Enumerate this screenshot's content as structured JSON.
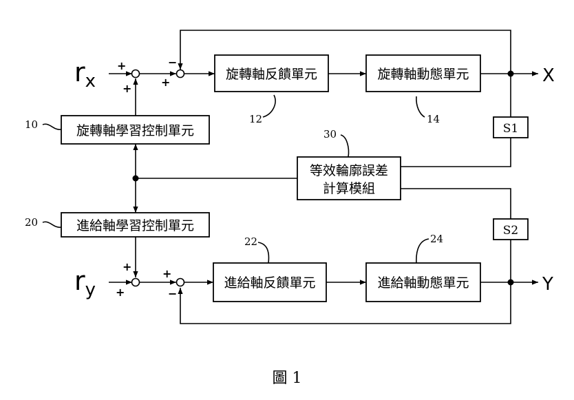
{
  "blocks": {
    "rot_feedback": "旋轉軸反饋單元",
    "rot_dynamics": "旋轉軸動態單元",
    "rot_learning": "旋轉軸學習控制單元",
    "feed_learning": "進給軸學習控制單元",
    "feed_feedback": "進給軸反饋單元",
    "feed_dynamics": "進給軸動態單元",
    "contour_line1": "等效輪廓誤差",
    "contour_line2": "計算模組",
    "s1": "S1",
    "s2": "S2"
  },
  "refs": {
    "r10": "10",
    "r12": "12",
    "r14": "14",
    "r20": "20",
    "r22": "22",
    "r24": "24",
    "r30": "30"
  },
  "signals": {
    "rx_base": "r",
    "rx_sub": "x",
    "ry_base": "r",
    "ry_sub": "y",
    "out_x": "X",
    "out_y": "Y",
    "plus": "+",
    "minus": "−"
  },
  "caption": "圖 1"
}
